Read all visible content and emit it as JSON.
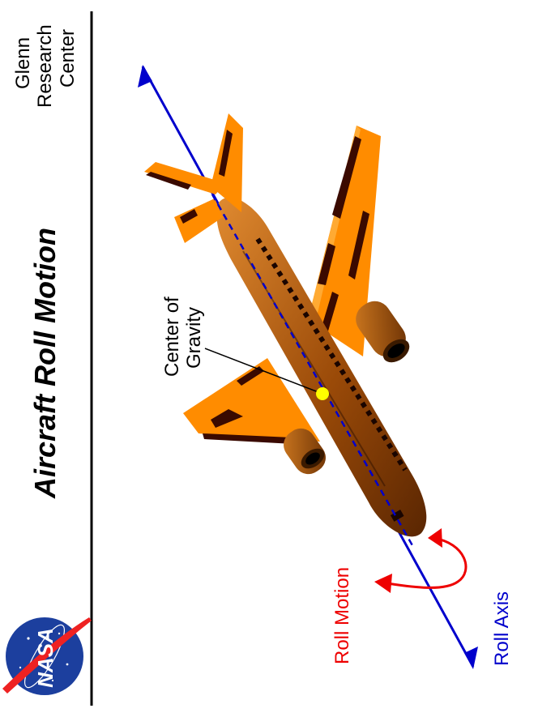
{
  "header": {
    "title": "Aircraft  Roll  Motion",
    "org_lines": [
      "Glenn",
      "Research",
      "Center"
    ]
  },
  "logo": {
    "text": "NASA",
    "icon": "nasa-meatball-logo"
  },
  "labels": {
    "center_of_gravity": [
      "Center of",
      "Gravity"
    ],
    "roll_motion": "Roll  Motion",
    "roll_axis": "Roll  Axis"
  },
  "colors": {
    "aircraft_body": "#ff8c00",
    "aircraft_shadow": "#3a0a00",
    "roll_axis": "#0000cc",
    "roll_motion": "#ee0000",
    "center_of_gravity": "#ffff00",
    "logo_blue": "#1c3f9e",
    "logo_red": "#ee2222"
  }
}
